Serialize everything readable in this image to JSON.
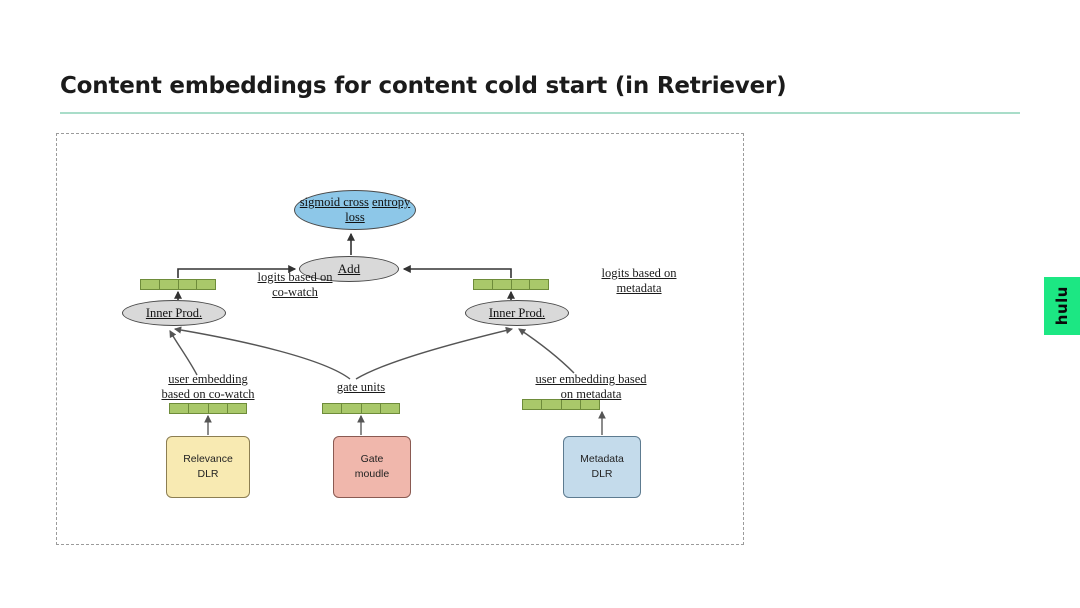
{
  "slide": {
    "title": "Content embeddings for content cold start (in Retriever)",
    "background_color": "#ffffff",
    "title_rule_color": "#a9ddc9"
  },
  "brand": {
    "tab_label": "hulu",
    "tab_color": "#1ce783",
    "tab_text_color": "#0a0a0a"
  },
  "diagram": {
    "frame_style": "dashed",
    "frame_color": "#9b9b9b",
    "nodes": {
      "loss": {
        "label": "sigmoid cross entropy loss",
        "line1": "sigmoid cross",
        "line2": "entropy loss",
        "color": "#8dc7e8",
        "shape": "ellipse"
      },
      "add": {
        "label": "Add",
        "color": "#d9d9d9",
        "shape": "ellipse"
      },
      "inner_prod_left": {
        "label": "Inner Prod.",
        "color": "#d9d9d9",
        "shape": "ellipse"
      },
      "inner_prod_right": {
        "label": "Inner Prod.",
        "color": "#d9d9d9",
        "shape": "ellipse"
      }
    },
    "embedding_bars": {
      "cells": 4,
      "color": "#a9c86a",
      "border_color": "#6e8c3a",
      "items": [
        {
          "name": "logits-left"
        },
        {
          "name": "logits-right"
        },
        {
          "name": "user-embedding-cowatch"
        },
        {
          "name": "gate-units"
        },
        {
          "name": "user-embedding-metadata"
        }
      ]
    },
    "annotations": {
      "logits_cowatch": {
        "line1": "logits  based on",
        "line2": "co-watch"
      },
      "logits_metadata": {
        "line1": "logits based on",
        "line2": "metadata"
      },
      "user_embedding_cowatch": {
        "line1": "user embedding",
        "line2": "based on co-watch"
      },
      "gate_units": {
        "line1": "gate units",
        "line2": ""
      },
      "user_embedding_metadata": {
        "line1": "user embedding based",
        "line2": "on metadata"
      }
    },
    "modules": {
      "relevance": {
        "line1": "Relevance",
        "line2": "DLR",
        "color": "#f8eab2",
        "border_color": "#8c7e52"
      },
      "gate": {
        "line1": "Gate",
        "line2": "moudle",
        "color": "#f0b7ac",
        "border_color": "#8a5a52"
      },
      "metadata": {
        "line1": "Metadata",
        "line2": "DLR",
        "color": "#c4dbeb",
        "border_color": "#5d7b90"
      }
    }
  }
}
